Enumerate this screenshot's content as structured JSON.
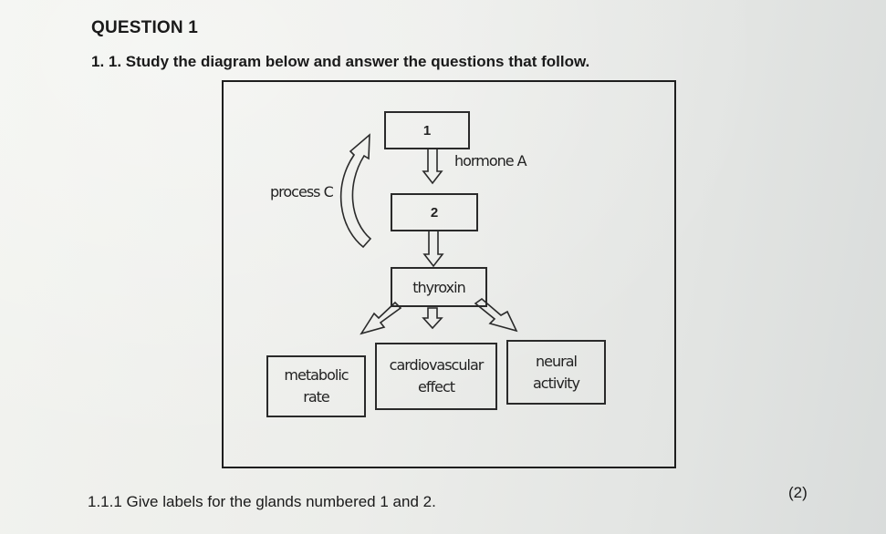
{
  "heading": "QUESTION 1",
  "instruction": "1. 1. Study the diagram below and answer the questions that follow.",
  "diagram": {
    "gland_1": "1",
    "hormone_a": "hormone A",
    "process_c": "process C",
    "gland_2": "2",
    "thyroxin": "thyroxin",
    "effects": [
      {
        "line1": "metabolic",
        "line2": "rate"
      },
      {
        "line1": "cardiovascular",
        "line2": "effect"
      },
      {
        "line1": "neural",
        "line2": "activity"
      }
    ]
  },
  "question": "1.1.1  Give labels for the glands numbered 1 and 2.",
  "marks": "(2)"
}
